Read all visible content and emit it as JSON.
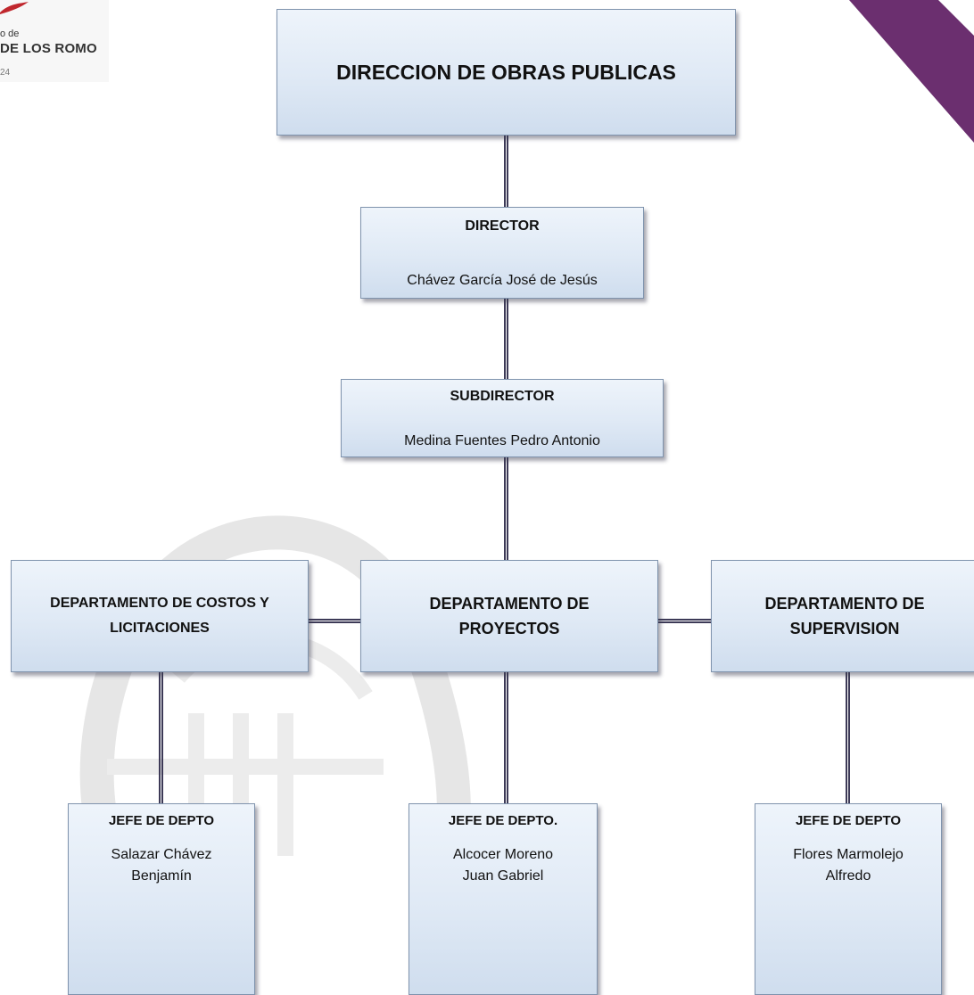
{
  "logo": {
    "line1": "o de",
    "line2": "DE LOS ROMO",
    "line3": "24"
  },
  "colors": {
    "box_border": "#7f93ad",
    "box_fill_top": "#eef4fb",
    "box_fill_bottom": "#cfddee",
    "connector": "#3d3a57",
    "corner_band": "#6b2f6f",
    "logo_red": "#c0272d"
  },
  "org": {
    "main": {
      "title": "DIRECCION DE OBRAS PUBLICAS"
    },
    "director": {
      "title": "DIRECTOR",
      "name": "Chávez García José de Jesús"
    },
    "subdirector": {
      "title": "SUBDIRECTOR",
      "name": "Medina Fuentes Pedro Antonio"
    },
    "departments": [
      {
        "title_line1": "DEPARTAMENTO DE COSTOS Y",
        "title_line2": "LICITACIONES"
      },
      {
        "title_line1": "DEPARTAMENTO DE",
        "title_line2": "PROYECTOS"
      },
      {
        "title_line1": "DEPARTAMENTO DE",
        "title_line2": "SUPERVISION"
      }
    ],
    "heads": [
      {
        "title": "JEFE DE DEPTO",
        "name_line1": "Salazar Chávez",
        "name_line2": "Benjamín"
      },
      {
        "title": "JEFE DE DEPTO.",
        "name_line1": "Alcocer Moreno",
        "name_line2": "Juan Gabriel"
      },
      {
        "title": "JEFE DE DEPTO",
        "name_line1": "Flores Marmolejo",
        "name_line2": "Alfredo"
      }
    ]
  }
}
